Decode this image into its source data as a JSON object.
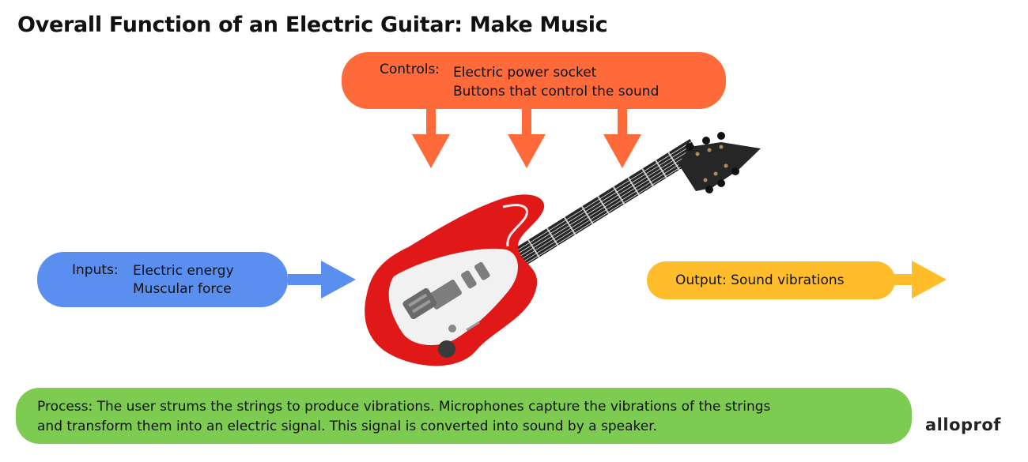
{
  "title": "Overall Function of an Electric Guitar: Make Music",
  "controls": {
    "label": "Controls:",
    "items": [
      "Electric power socket",
      "Buttons that control the sound"
    ]
  },
  "inputs": {
    "label": "Inputs:",
    "items": [
      "Electric energy",
      "Muscular force"
    ]
  },
  "output": {
    "text": "Output: Sound vibrations"
  },
  "process": {
    "lines": [
      "Process: The user strums the strings to produce vibrations. Microphones capture the vibrations of the strings",
      "and transform them into an electric signal. This signal is converted into sound by a speaker."
    ]
  },
  "logo": "alloprof",
  "colors": {
    "controls": "#ff6a3a",
    "inputs": "#5a8ff0",
    "output": "#ffbd2c",
    "process": "#7ecb52",
    "guitar_body": "#e01818"
  }
}
